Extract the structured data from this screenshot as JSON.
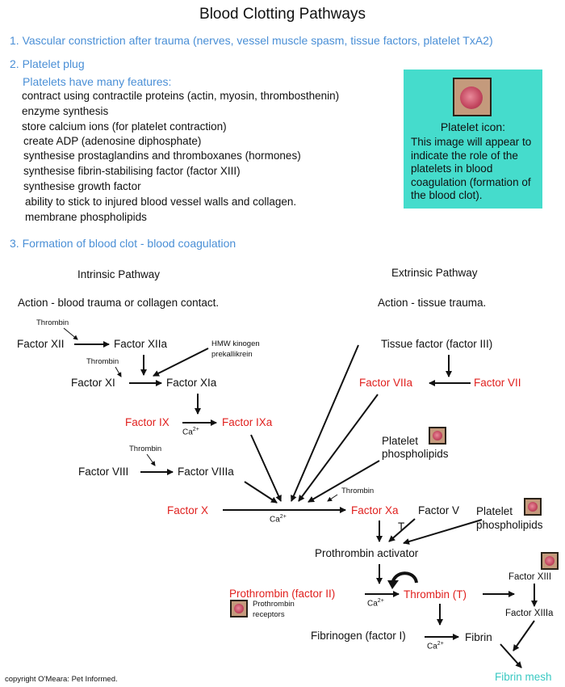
{
  "title": "Blood Clotting Pathways",
  "steps": {
    "s1": "1. Vascular constriction after trauma (nerves, vessel muscle spasm, tissue factors, platelet TxA2)",
    "s2": "2. Platelet plug",
    "s3": "3. Formation of blood clot - blood coagulation"
  },
  "platelet_features": {
    "heading": "Platelets have many features:",
    "items": [
      "contract using contractile proteins (actin, myosin, thrombosthenin)",
      "enzyme synthesis",
      "store calcium ions (for platelet contraction)",
      "create ADP (adenosine diphosphate)",
      "synthesise prostaglandins and thromboxanes (hormones)",
      "synthesise fibrin-stabilising factor (factor XIII)",
      "synthesise growth factor",
      "ability to stick to injured blood vessel walls and collagen.",
      "membrane phospholipids"
    ]
  },
  "info_box": {
    "caption": "Platelet icon:",
    "text": "This image will appear to indicate the role of the platelets in blood coagulation (formation of the blood clot).",
    "background": "#45dccc"
  },
  "diagram": {
    "intrinsic_title": "Intrinsic Pathway",
    "intrinsic_action": "Action - blood trauma or collagen contact.",
    "extrinsic_title": "Extrinsic Pathway",
    "extrinsic_action": "Action - tissue trauma.",
    "thrombin": "Thrombin",
    "factor_xii": "Factor XII",
    "factor_xiia": "Factor XIIa",
    "hmw": "HMW kinogen",
    "prekallikrein": "prekallikrein",
    "factor_xi": "Factor XI",
    "factor_xia": "Factor XIa",
    "factor_ix": "Factor IX",
    "factor_ixa": "Factor IXa",
    "ca2": "Ca",
    "ca2_sup": "2+",
    "factor_viii": "Factor VIII",
    "factor_viiia": "Factor VIIIa",
    "factor_x": "Factor X",
    "factor_xa": "Factor Xa",
    "tissue_factor": "Tissue factor (factor III)",
    "factor_viia": "Factor VIIa",
    "factor_vii": "Factor VII",
    "platelet": "Platelet",
    "phospholipids": "phospholipids",
    "factor_v": "Factor V",
    "t": "T",
    "prothrombin_activator": "Prothrombin activator",
    "prothrombin": "Prothrombin (factor II)",
    "prothrombin_receptors_1": "Prothrombin",
    "prothrombin_receptors_2": "receptors",
    "thrombin_t": "Thrombin (T)",
    "factor_xiii": "Factor XIII",
    "factor_xiiia": "Factor XIIIa",
    "fibrinogen": "Fibrinogen (factor I)",
    "fibrin": "Fibrin",
    "fibrin_mesh": "Fibrin mesh"
  },
  "colors": {
    "step_blue": "#4a8fd6",
    "active_red": "#e0201e",
    "mesh_teal": "#38c8c2"
  },
  "copyright": "copyright O'Meara: Pet Informed."
}
